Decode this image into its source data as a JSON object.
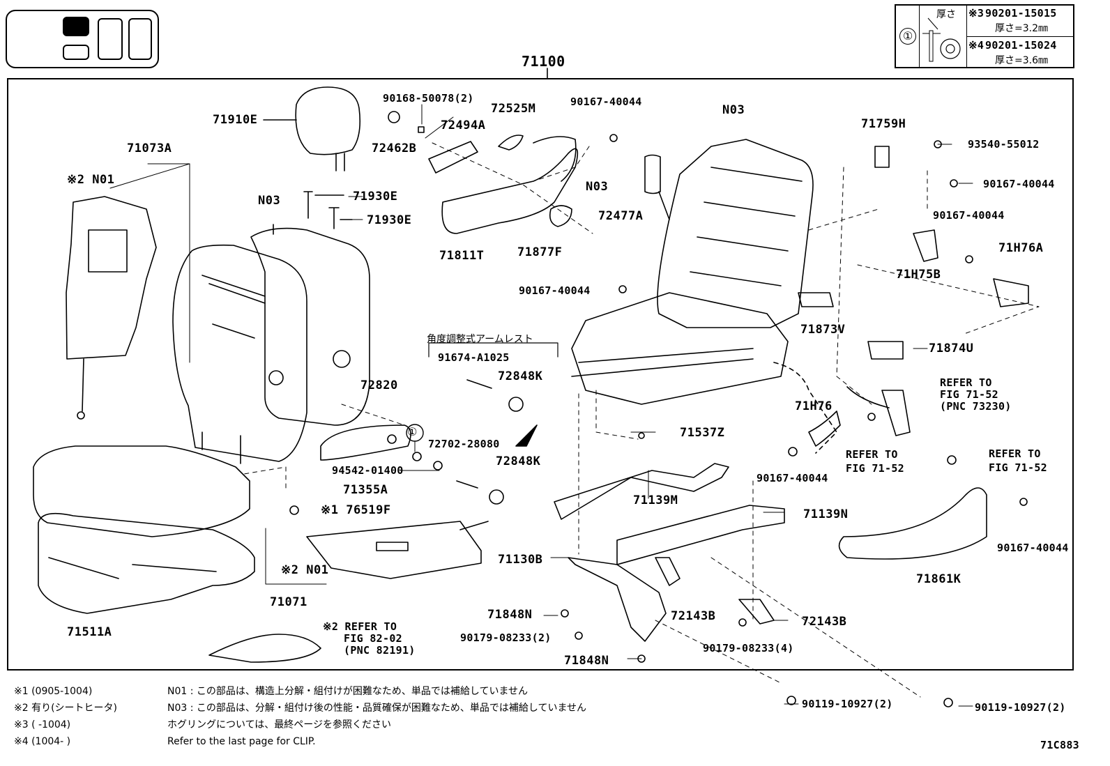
{
  "header": {
    "assembly_number": "71100",
    "drawing_code": "71C883"
  },
  "washer_table": {
    "circle_label": "①",
    "thickness_header": "厚さ",
    "rows": [
      {
        "note": "※3",
        "part": "90201-15015",
        "spec": "厚さ=3.2㎜"
      },
      {
        "note": "※4",
        "part": "90201-15024",
        "spec": "厚さ=3.6㎜"
      }
    ]
  },
  "armrest_group": {
    "title": "角度調整式アームレスト",
    "part": "91674-A1025"
  },
  "parts": {
    "p71910E": "71910E",
    "p71073A": "71073A",
    "p2n01_top": "※2 N01",
    "pN03_cover": "N03",
    "p71930E_a": "71930E",
    "p71930E_b": "71930E",
    "p90168": "90168-50078(2)",
    "p72462B": "72462B",
    "p72494A": "72494A",
    "p72525M": "72525M",
    "p90167_a": "90167-40044",
    "pN03_frame": "N03",
    "pN03_mid": "N03",
    "p71759H": "71759H",
    "p93540": "93540-55012",
    "p90167_b": "90167-40044",
    "p90167_c": "90167-40044",
    "p72477A": "72477A",
    "p71811T": "71811T",
    "p71877F": "71877F",
    "p90167_d": "90167-40044",
    "p71H75B": "71H75B",
    "p71H76A": "71H76A",
    "p71873V": "71873V",
    "p71874U": "71874U",
    "p72848K_a": "72848K",
    "p72820": "72820",
    "p72702": "72702-28080",
    "p94542": "94542-01400",
    "p72848K_b": "72848K",
    "p71355A": "71355A",
    "p76519F": "※1 76519F",
    "p71537Z": "71537Z",
    "p71H76": "71H76",
    "p90167_e": "90167-40044",
    "p71139M": "71139M",
    "p71139N": "71139N",
    "p90167_f": "90167-40044",
    "p71861K": "71861K",
    "p71130B": "71130B",
    "p71848N_a": "71848N",
    "p90179_a": "90179-08233(2)",
    "p71848N_b": "71848N",
    "p72143B_a": "72143B",
    "p72143B_b": "72143B",
    "p90179_b": "90179-08233(4)",
    "p2n01_bottom": "※2 N01",
    "p71071": "71071",
    "p71511A": "71511A",
    "p90119_a": "90119-10927(2)",
    "p90119_b": "90119-10927(2)",
    "circle_one": "①"
  },
  "refs": {
    "ref_7152_belt": [
      "REFER TO",
      "FIG 71-52",
      "(PNC 73230)"
    ],
    "ref_7152_mid": [
      "REFER TO",
      "FIG 71-52"
    ],
    "ref_7152_right": [
      "REFER TO",
      "FIG 71-52"
    ],
    "ref_8202": [
      "※2 REFER TO",
      "FIG 82-02",
      "(PNC 82191)"
    ]
  },
  "footnotes": [
    {
      "key": "※1 (0905-1004)",
      "text": "N01 : この部品は、構造上分解・組付けが困難なため、単品では補給していません"
    },
    {
      "key": "※2 有り(シートヒータ)",
      "text": "N03 : この部品は、分解・組付け後の性能・品質確保が困難なため、単品では補給していません"
    },
    {
      "key": "※3 (      -1004)",
      "text": "ホグリングについては、最終ページを参照ください"
    },
    {
      "key": "※4 (1004-       )",
      "text": "Refer to the last page for CLIP."
    }
  ]
}
